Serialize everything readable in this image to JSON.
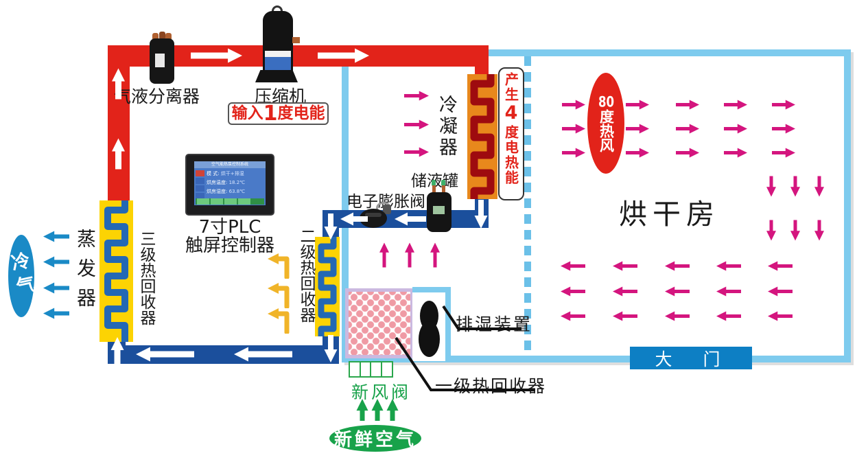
{
  "labels": {
    "separator": "气液分离器",
    "compressor": "压缩机",
    "condenser": "冷凝器",
    "receiver": "储液罐",
    "expansion_valve": "电子膨胀阀",
    "evaporator": "蒸发器",
    "cold_air": "冷气",
    "recovery3": "三级热回收器",
    "recovery2": "二级热回收器",
    "recovery1": "一级热回收器",
    "dehumidifier": "排湿装置",
    "fresh_air_valve": "新风阀",
    "fresh_air": "新鲜空气",
    "drying_room": "烘干房",
    "door": "大　门"
  },
  "input_energy": {
    "pre": "输入",
    "num": "1",
    "post": "度电能"
  },
  "heat_output": {
    "pre": "产生",
    "num": "4",
    "post": "度电热能"
  },
  "hot_air": {
    "num": "80",
    "post": "度热风"
  },
  "plc": {
    "line1": "7寸PLC",
    "line2": "触屏控制器",
    "screen_title": "空气能热泵控制系统",
    "rows": [
      {
        "k": "模 式:",
        "v": "烘干+排湿"
      },
      {
        "k": "烘房温度:",
        "v": "18.2℃"
      },
      {
        "k": "烘房湿度:",
        "v": "63.8℃"
      }
    ]
  },
  "colors": {
    "red": "#e2231a",
    "maroon": "#9e0b0f",
    "orange": "#e8881c",
    "magenta": "#d4157e",
    "pipe_blue": "#1b4f9c",
    "coil_blue": "#2368b4",
    "wall_blue": "#7ecbee",
    "dash_blue": "#6bc0e8",
    "yellow": "#fcd303",
    "amber": "#f0b429",
    "green": "#18a24a",
    "door_blue": "#0d7fc4",
    "cold_blue": "#1a8ac6",
    "pink": "#ef9aa4",
    "purple_border": "#cbb9e0",
    "white": "#ffffff"
  }
}
